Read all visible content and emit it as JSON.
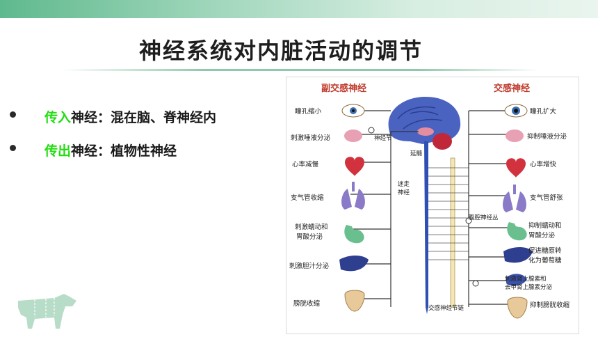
{
  "slide": {
    "title": "神经系统对内脏活动的调节",
    "bullets": [
      {
        "highlight": "传入",
        "rest": "神经：混在脑、脊神经内"
      },
      {
        "highlight": "传出",
        "rest": "神经：植物性神经"
      }
    ]
  },
  "diagram": {
    "header_left": "副交感神经",
    "header_right": "交感神经",
    "left_labels": [
      "瞳孔缩小",
      "刺激唾液分泌",
      "心率减慢",
      "支气管收缩",
      "刺激蠕动和",
      "胃酸分泌",
      "刺激胆汁分泌",
      "膀胱收缩"
    ],
    "right_labels": [
      "瞳孔扩大",
      "抑制唾液分泌",
      "心率增快",
      "支气管舒张",
      "抑制蠕动和",
      "胃酸分泌",
      "促进糖原转",
      "化为葡萄糖",
      "刺激肾上腺素和",
      "去甲肾上腺素分泌",
      "抑制膀胱收缩"
    ],
    "center_labels": [
      "神经节",
      "延髓",
      "迷走",
      "神经",
      "腹腔神经丛",
      "交感神经节链"
    ]
  },
  "colors": {
    "accent_green": "#22dd11",
    "topbar": "#5fb98e",
    "spine_blue": "#2f4fb4",
    "cow": "#b7dcc7"
  },
  "icons": [
    "bullet-dot-icon",
    "cow-icon"
  ]
}
